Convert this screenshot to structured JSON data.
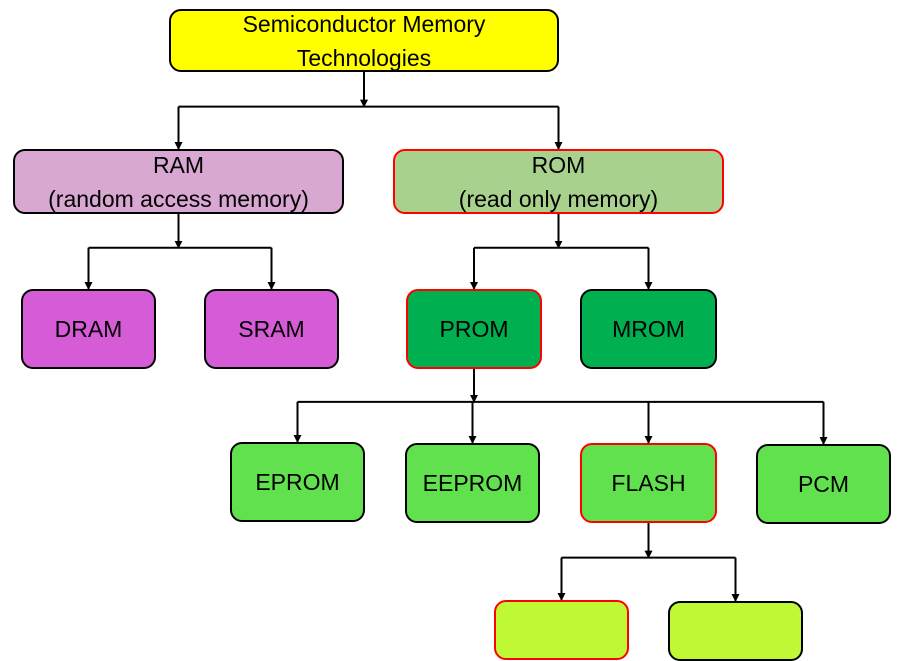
{
  "diagram": {
    "title": "Semiconductor Memory Technologies",
    "colors": {
      "root": "#ffff00",
      "ram": "#d9a8d2",
      "ram_child": "#d65bd6",
      "rom": "#a9d18e",
      "rom_child": "#00b050",
      "prom_child": "#62e14f",
      "flash_child": "#bff936",
      "highlight_border": "#ff0000",
      "border": "#000000"
    },
    "nodes": {
      "root": {
        "lines": [
          "Semiconductor Memory",
          "Technologies"
        ]
      },
      "ram": {
        "lines": [
          "RAM",
          "(random access memory)"
        ]
      },
      "rom": {
        "lines": [
          "ROM",
          "(read only memory)"
        ]
      },
      "dram": {
        "lines": [
          "DRAM"
        ]
      },
      "sram": {
        "lines": [
          "SRAM"
        ]
      },
      "prom": {
        "lines": [
          "PROM"
        ]
      },
      "mrom": {
        "lines": [
          "MROM"
        ]
      },
      "eprom": {
        "lines": [
          "EPROM"
        ]
      },
      "eeprom": {
        "lines": [
          "EEPROM"
        ]
      },
      "flash": {
        "lines": [
          "FLASH"
        ]
      },
      "pcm": {
        "lines": [
          "PCM"
        ]
      },
      "flash_child_1": {
        "lines": []
      },
      "flash_child_2": {
        "lines": []
      }
    },
    "edges": [
      [
        "root",
        "ram"
      ],
      [
        "root",
        "rom"
      ],
      [
        "ram",
        "dram"
      ],
      [
        "ram",
        "sram"
      ],
      [
        "rom",
        "prom"
      ],
      [
        "rom",
        "mrom"
      ],
      [
        "prom",
        "eprom"
      ],
      [
        "prom",
        "eeprom"
      ],
      [
        "prom",
        "flash"
      ],
      [
        "prom",
        "pcm"
      ],
      [
        "flash",
        "flash_child_1"
      ],
      [
        "flash",
        "flash_child_2"
      ]
    ]
  }
}
